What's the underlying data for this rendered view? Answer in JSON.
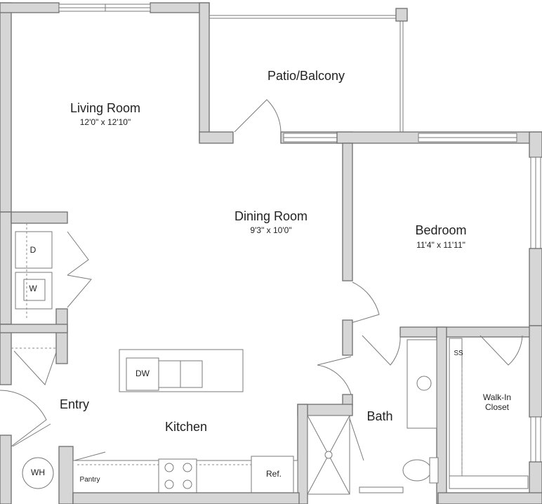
{
  "rooms": {
    "patio": {
      "name": "Patio/Balcony"
    },
    "living": {
      "name": "Living Room",
      "dims": "12'0\" x 12'10\""
    },
    "dining": {
      "name": "Dining Room",
      "dims": "9'3\" x 10'0\""
    },
    "bedroom": {
      "name": "Bedroom",
      "dims": "11'4\" x 11'11\""
    },
    "entry": {
      "name": "Entry"
    },
    "kitchen": {
      "name": "Kitchen"
    },
    "bath": {
      "name": "Bath"
    },
    "closet": {
      "name": "Walk-In\nCloset"
    }
  },
  "fixtures": {
    "dryer": "D",
    "washer": "W",
    "dishwasher": "DW",
    "water_heater": "WH",
    "pantry": "Pantry",
    "refrigerator": "Ref.",
    "shelf": "SS"
  }
}
